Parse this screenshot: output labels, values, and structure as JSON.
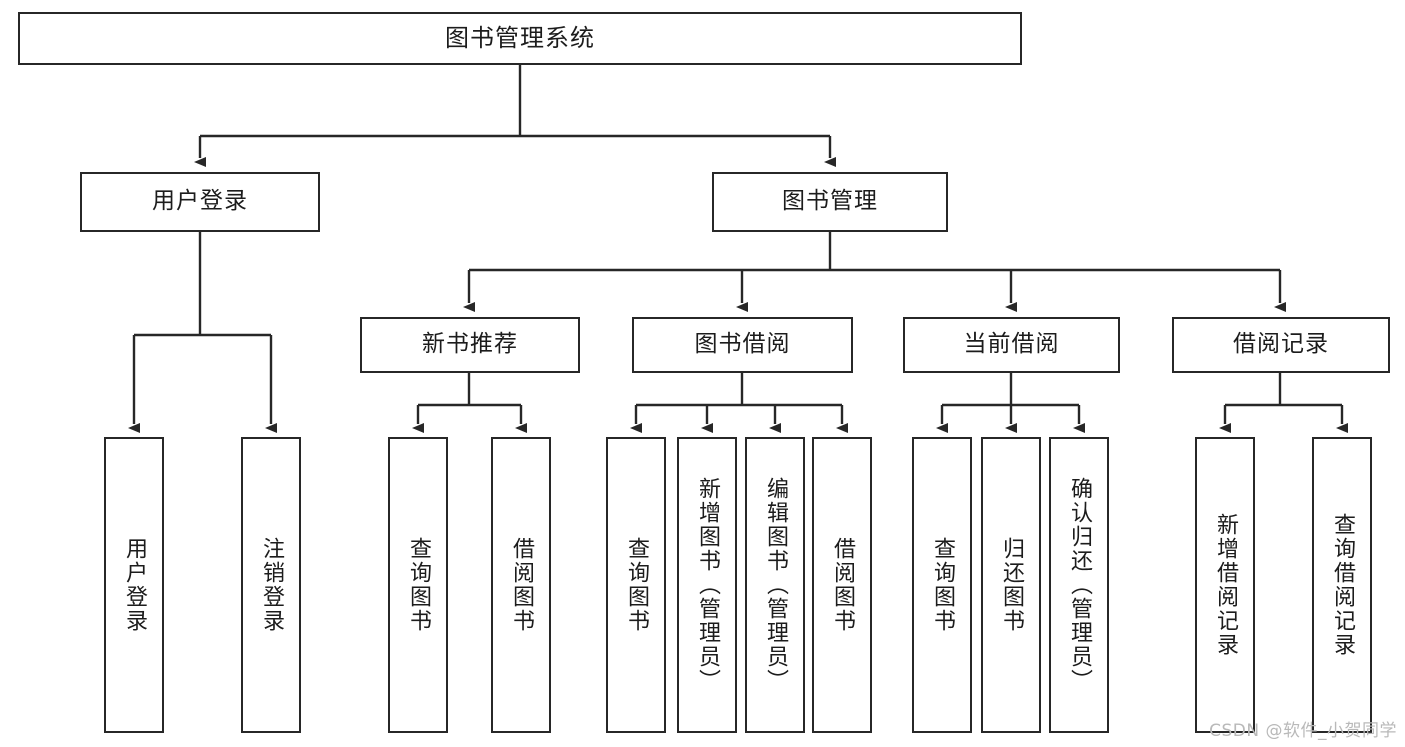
{
  "diagram": {
    "title": "图书管理系统",
    "type": "tree-hierarchy",
    "watermark": "CSDN @软件_小贺同学",
    "colors": {
      "stroke": "#272727",
      "fill": "#ffffff",
      "text": "#1c1c1c",
      "watermark": "#b9b9b9"
    },
    "root": {
      "label": "图书管理系统"
    },
    "level2": [
      {
        "id": "user-login",
        "label": "用户登录"
      },
      {
        "id": "book-management",
        "label": "图书管理"
      }
    ],
    "level3": [
      {
        "id": "new-book-recommend",
        "label": "新书推荐",
        "parent": "book-management"
      },
      {
        "id": "book-borrow",
        "label": "图书借阅",
        "parent": "book-management"
      },
      {
        "id": "current-borrow",
        "label": "当前借阅",
        "parent": "book-management"
      },
      {
        "id": "borrow-record",
        "label": "借阅记录",
        "parent": "book-management"
      }
    ],
    "leaves": {
      "user-login": [
        {
          "id": "leaf-user-login",
          "label": "用户登录"
        },
        {
          "id": "leaf-user-logout",
          "label": "注销登录"
        }
      ],
      "new-book-recommend": [
        {
          "id": "leaf-query-book-1",
          "label": "查询图书"
        },
        {
          "id": "leaf-borrow-book-1",
          "label": "借阅图书"
        }
      ],
      "book-borrow": [
        {
          "id": "leaf-query-book-2",
          "label": "查询图书"
        },
        {
          "id": "leaf-add-book",
          "label": "新增图书（管理员）"
        },
        {
          "id": "leaf-edit-book",
          "label": "编辑图书（管理员）"
        },
        {
          "id": "leaf-borrow-book-2",
          "label": "借阅图书"
        }
      ],
      "current-borrow": [
        {
          "id": "leaf-query-book-3",
          "label": "查询图书"
        },
        {
          "id": "leaf-return-book",
          "label": "归还图书"
        },
        {
          "id": "leaf-confirm-return",
          "label": "确认归还（管理员）"
        }
      ],
      "borrow-record": [
        {
          "id": "leaf-add-record",
          "label": "新增借阅记录"
        },
        {
          "id": "leaf-query-record",
          "label": "查询借阅记录"
        }
      ]
    }
  }
}
